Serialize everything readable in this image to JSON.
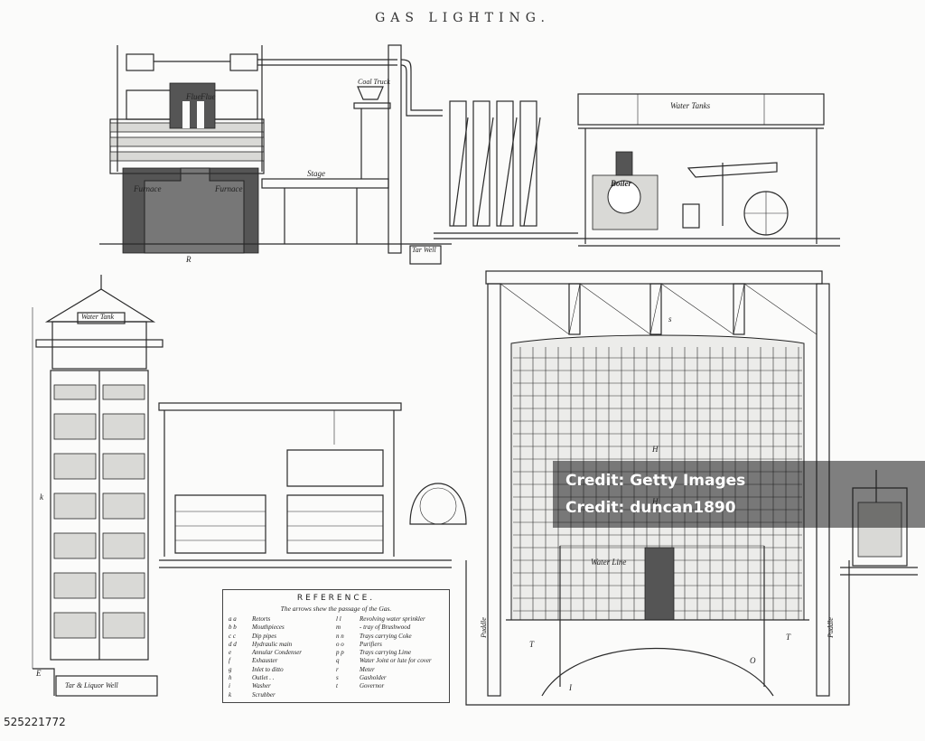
{
  "title": "GAS LIGHTING.",
  "labels": {
    "flue1": "Flue",
    "flue2": "Flue",
    "coal_truck": "Coal Truck",
    "stage": "Stage",
    "furnace1": "Furnace",
    "furnace2": "Furnace",
    "tar_well": "Tar Well",
    "water_tanks": "Water Tanks",
    "boiler": "Boiler",
    "water_tank": "Water Tank",
    "tar_liquor_well": "Tar & Liquor Well",
    "water_line": "Water Line",
    "puddle_left": "Puddle",
    "puddle_right": "Puddle",
    "E": "E",
    "R": "R",
    "k": "k",
    "H1": "H",
    "H2": "H",
    "s": "s",
    "T1": "T",
    "T2": "T",
    "I": "I",
    "O": "O"
  },
  "reference": {
    "title": "REFERENCE.",
    "subtitle": "The arrows shew the passage of the Gas.",
    "left": [
      {
        "key": "a a",
        "text": "Retorts"
      },
      {
        "key": "b b",
        "text": "Mouthpieces"
      },
      {
        "key": "c c",
        "text": "Dip pipes"
      },
      {
        "key": "d d",
        "text": "Hydraulic main"
      },
      {
        "key": "e",
        "text": "Annular Condenser"
      },
      {
        "key": "f",
        "text": "Exhauster"
      },
      {
        "key": "g",
        "text": "Inlet to ditto"
      },
      {
        "key": "h",
        "text": "Outlet . ."
      },
      {
        "key": "i",
        "text": "Washer"
      },
      {
        "key": "k",
        "text": "Scrubber"
      }
    ],
    "right": [
      {
        "key": "l l",
        "text": "Revolving water sprinkler"
      },
      {
        "key": "m",
        "text": "- tray of Brushwood"
      },
      {
        "key": "n n",
        "text": "Trays carrying Coke"
      },
      {
        "key": "o o",
        "text": "Purifiers"
      },
      {
        "key": "p p",
        "text": "Trays carrying Lime"
      },
      {
        "key": "q",
        "text": "Water Joint or lute for cover"
      },
      {
        "key": "r",
        "text": "Meter"
      },
      {
        "key": "s",
        "text": "Gasholder"
      },
      {
        "key": "t",
        "text": "Governor"
      }
    ]
  },
  "watermark": {
    "line1": "Credit: Getty Images",
    "line2": "Credit: duncan1890"
  },
  "stock_id": "525221772"
}
